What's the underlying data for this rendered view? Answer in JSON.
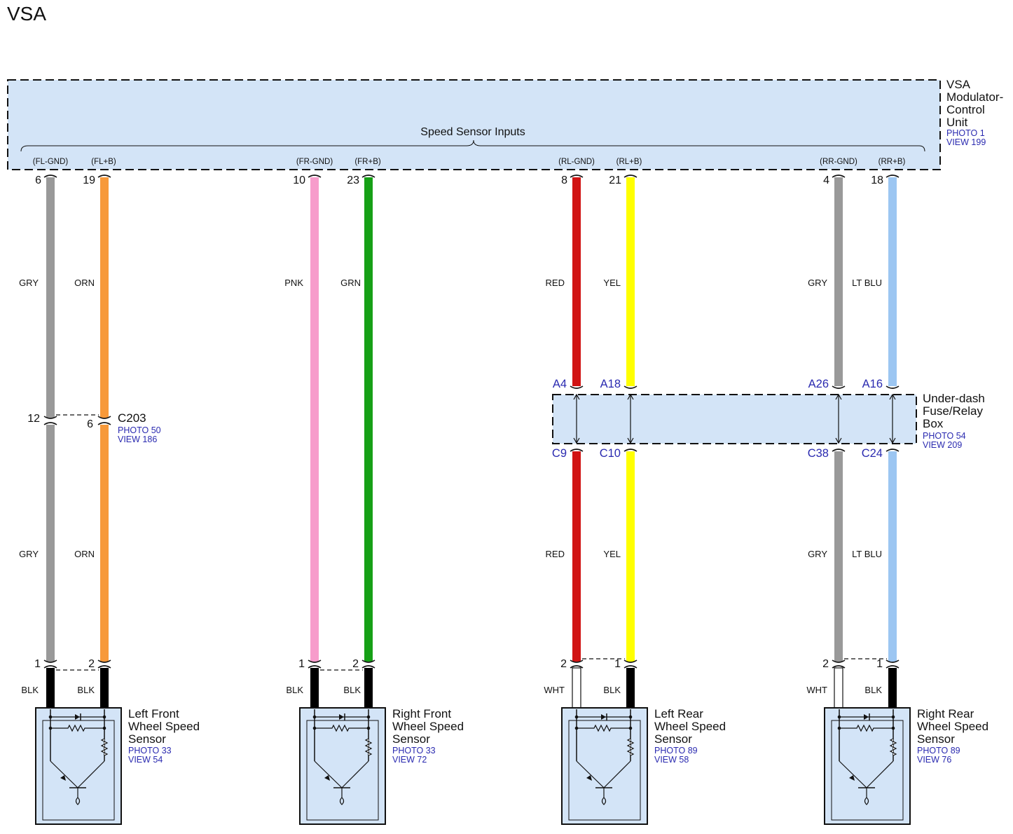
{
  "title": "VSA",
  "modulator": {
    "name": [
      "VSA",
      "Modulator-",
      "Control",
      "Unit"
    ],
    "photo": "PHOTO 1",
    "view": "VIEW 199",
    "bracket_label": "Speed Sensor Inputs"
  },
  "relay_box": {
    "name": [
      "Under-dash",
      "Fuse/Relay",
      "Box"
    ],
    "photo": "PHOTO 54",
    "view": "VIEW 209"
  },
  "c203": {
    "name": "C203",
    "photo": "PHOTO 50",
    "view": "VIEW 186",
    "pin_left": "12",
    "pin_right": "6"
  },
  "colors": {
    "GRY": "#999999",
    "ORN": "#f7993a",
    "PNK": "#f79ccb",
    "GRN": "#16a016",
    "RED": "#d11414",
    "YEL": "#ffff00",
    "LT BLU": "#9cc6f2",
    "BLK": "#000000",
    "WHT": "#ffffff",
    "box_fill": "#d3e4f7"
  },
  "wires": [
    {
      "signal": "(FL-GND)",
      "ecu_pin": "6",
      "color": "GRY",
      "lower_color": "GRY",
      "sensor_pin": "1",
      "sensor_color": "BLK"
    },
    {
      "signal": "(FL+B)",
      "ecu_pin": "19",
      "color": "ORN",
      "lower_color": "ORN",
      "sensor_pin": "2",
      "sensor_color": "BLK"
    },
    {
      "signal": "(FR-GND)",
      "ecu_pin": "10",
      "color": "PNK",
      "sensor_pin": "1",
      "sensor_color": "BLK"
    },
    {
      "signal": "(FR+B)",
      "ecu_pin": "23",
      "color": "GRN",
      "sensor_pin": "2",
      "sensor_color": "BLK"
    },
    {
      "signal": "(RL-GND)",
      "ecu_pin": "8",
      "color": "RED",
      "lower_color": "RED",
      "box_in": "A4",
      "box_out": "C9",
      "sensor_pin": "2",
      "sensor_color": "WHT"
    },
    {
      "signal": "(RL+B)",
      "ecu_pin": "21",
      "color": "YEL",
      "lower_color": "YEL",
      "box_in": "A18",
      "box_out": "C10",
      "sensor_pin": "1",
      "sensor_color": "BLK"
    },
    {
      "signal": "(RR-GND)",
      "ecu_pin": "4",
      "color": "GRY",
      "lower_color": "GRY",
      "box_in": "A26",
      "box_out": "C38",
      "sensor_pin": "2",
      "sensor_color": "WHT"
    },
    {
      "signal": "(RR+B)",
      "ecu_pin": "18",
      "color": "LT BLU",
      "lower_color": "LT BLU",
      "box_in": "A16",
      "box_out": "C24",
      "sensor_pin": "1",
      "sensor_color": "BLK"
    }
  ],
  "sensors": [
    {
      "name": [
        "Left Front",
        "Wheel Speed",
        "Sensor"
      ],
      "photo": "PHOTO 33",
      "view": "VIEW 54"
    },
    {
      "name": [
        "Right Front",
        "Wheel Speed",
        "Sensor"
      ],
      "photo": "PHOTO 33",
      "view": "VIEW 72"
    },
    {
      "name": [
        "Left Rear",
        "Wheel Speed",
        "Sensor"
      ],
      "photo": "PHOTO 89",
      "view": "VIEW 58"
    },
    {
      "name": [
        "Right Rear",
        "Wheel Speed",
        "Sensor"
      ],
      "photo": "PHOTO 89",
      "view": "VIEW 76"
    }
  ]
}
